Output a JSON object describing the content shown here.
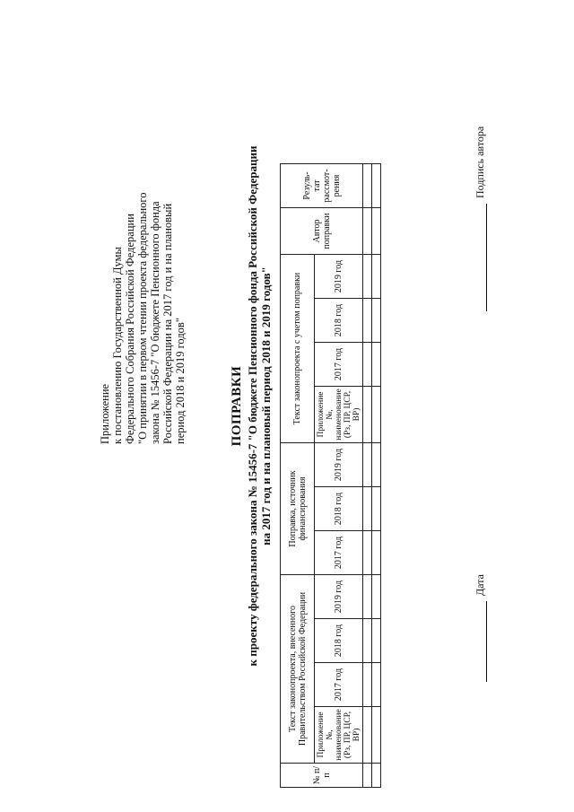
{
  "appendix": {
    "lines": [
      "Приложение",
      "к  постановлению Государственной Думы",
      "Федерального Собрания Российской Федерации",
      "\"О принятии  в первом чтении проекта федерального",
      "закона  № 15456-7 \"О бюджете  Пенсионного фонда",
      "Российской Федерации  на 2017 год и  на  плановый",
      "период 2018 и 2019 годов\""
    ]
  },
  "title": "ПОПРАВКИ",
  "subtitle": {
    "line1": "к проекту  федерального закона № 15456-7 \"О бюджете  Пенсионного фонда Российской Федерации",
    "line2": "на 2017 год  и  на  плановый  период 2018 и 2019 годов\""
  },
  "table": {
    "h_no": "№ п/п",
    "h_gov_text": "Текст законопроекта, внесенного Правительством Российской Федерации",
    "h_amend": "Поправка, источник финансирования",
    "h_with_amend": "Текст законопроекта с учетом поправки",
    "h_author": "Автор поправки",
    "h_result": "Резуль-тат рассмот-рения",
    "h_appendix": "Приложение №, наименование (Рз, ПР, ЦСР, ВР)",
    "y2017": "2017 год",
    "y2018": "2018 год",
    "y2019": "2019 год"
  },
  "signatures": {
    "date_label": "Дата",
    "sign_label": "Подпись автора"
  }
}
